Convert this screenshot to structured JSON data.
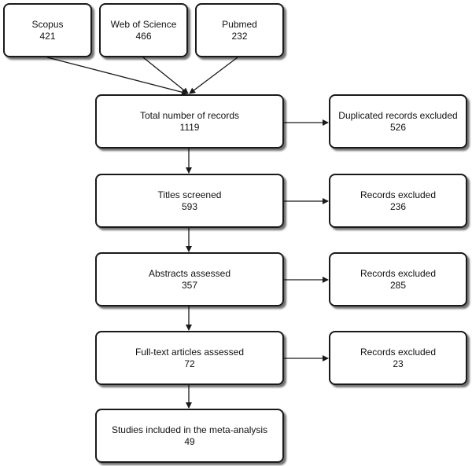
{
  "sources": [
    {
      "name": "Scopus",
      "count": "421"
    },
    {
      "name": "Web of Science",
      "count": "466"
    },
    {
      "name": "Pubmed",
      "count": "232"
    }
  ],
  "steps": [
    {
      "label": "Total number of records",
      "count": "1119"
    },
    {
      "label": "Titles screened",
      "count": "593"
    },
    {
      "label": "Abstracts assessed",
      "count": "357"
    },
    {
      "label": "Full-text articles assessed",
      "count": "72"
    },
    {
      "label": "Studies included in the meta-analysis",
      "count": "49"
    }
  ],
  "exclusions": [
    {
      "label": "Duplicated records excluded",
      "count": "526"
    },
    {
      "label": "Records excluded",
      "count": "236"
    },
    {
      "label": "Records excluded",
      "count": "285"
    },
    {
      "label": "Records excluded",
      "count": "23"
    }
  ],
  "colors": {
    "box_border": "#1a1a1a",
    "arrow": "#1a1a1a",
    "background": "#ffffff"
  }
}
